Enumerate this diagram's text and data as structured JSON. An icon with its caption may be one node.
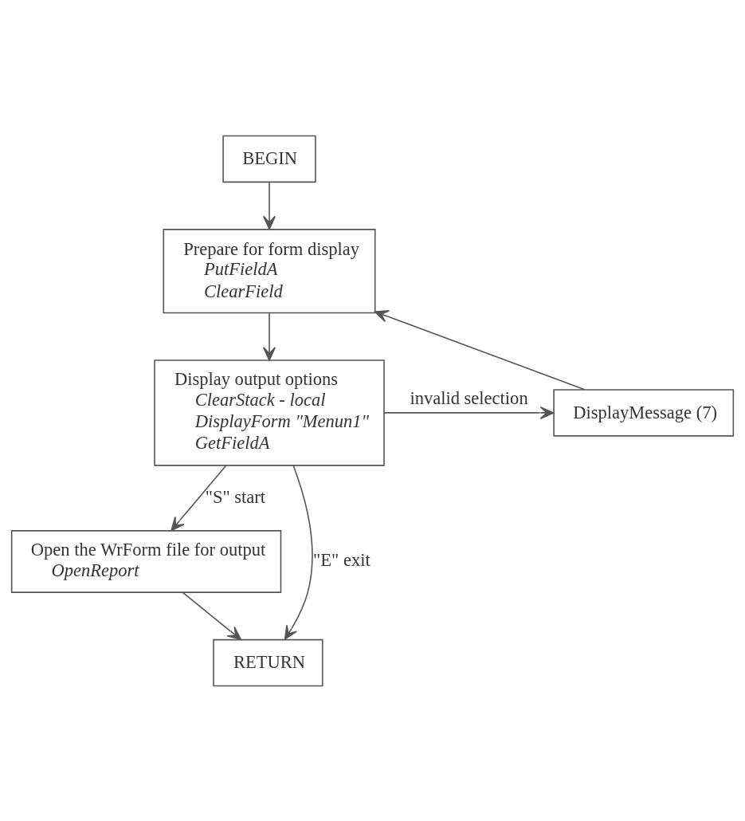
{
  "diagram": {
    "nodes": [
      {
        "text": [
          "BEGIN"
        ]
      },
      {
        "text": [
          "Prepare for form display",
          "PutFieldA",
          "ClearField"
        ]
      },
      {
        "text": [
          "Display output options",
          "ClearStack - local",
          "DisplayForm \"Menun1\"",
          "GetFieldA"
        ]
      },
      {
        "text": [
          "DisplayMessage (7)"
        ]
      },
      {
        "text": [
          "Open the WrForm file for output",
          "OpenReport"
        ]
      },
      {
        "text": [
          "RETURN"
        ]
      }
    ],
    "edges": [
      {
        "from": 0,
        "to": 1,
        "arrow": "to"
      },
      {
        "from": 1,
        "to": 2,
        "arrow": "to"
      },
      {
        "from": 2,
        "to": 3,
        "arrow": "to",
        "label": "invalid selection"
      },
      {
        "from": 3,
        "to": 1,
        "arrow": "to"
      },
      {
        "from": 2,
        "to": 4,
        "arrow": "to",
        "label": "\"S\" start"
      },
      {
        "from": 2,
        "to": 5,
        "arrow": "to",
        "label": "\"E\" exit"
      },
      {
        "from": 4,
        "to": 5,
        "arrow": "to"
      }
    ]
  }
}
